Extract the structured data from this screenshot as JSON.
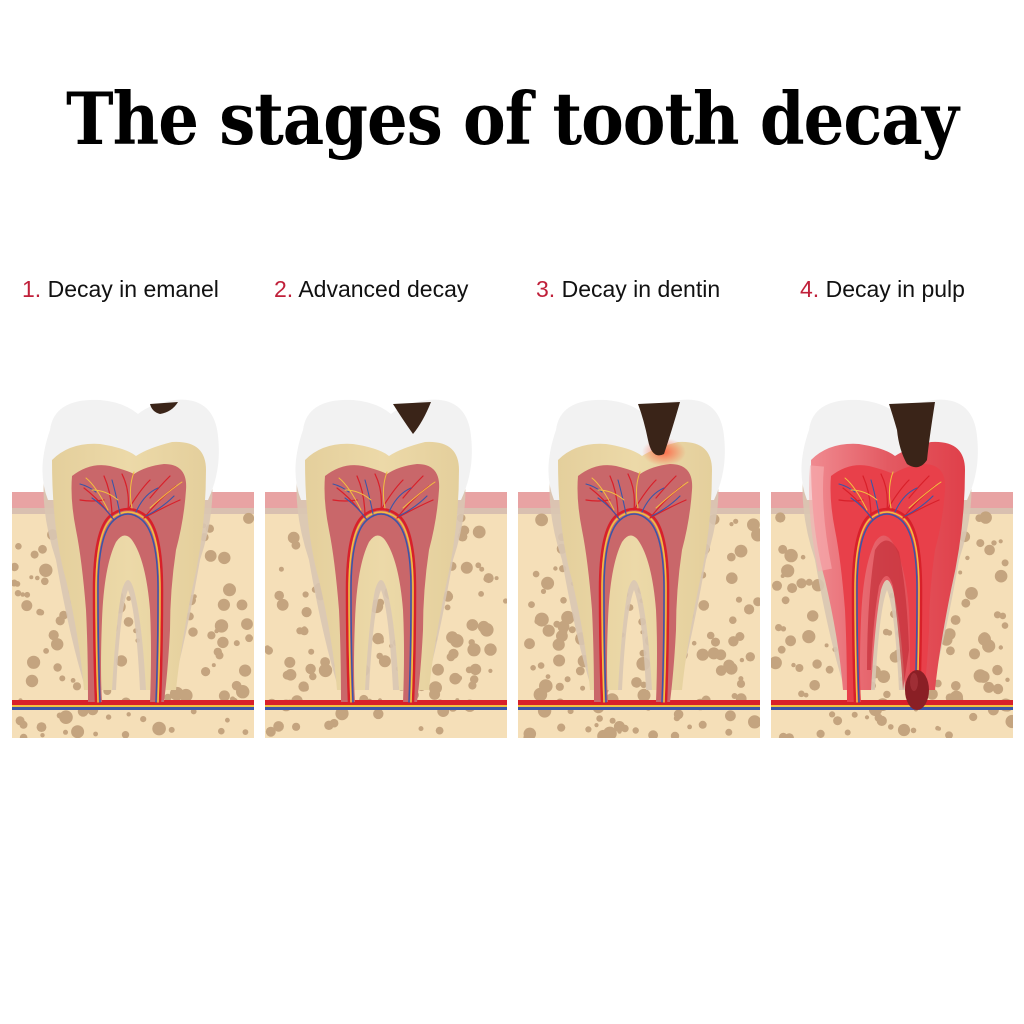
{
  "title": "The stages of tooth decay",
  "stages": [
    {
      "number": "1.",
      "label": "Decay in emanel",
      "cavity": "small",
      "pulp": "normal",
      "inflamed": false,
      "abscess": false
    },
    {
      "number": "2.",
      "label": "Advanced decay",
      "cavity": "medium",
      "pulp": "normal",
      "inflamed": false,
      "abscess": false
    },
    {
      "number": "3.",
      "label": "Decay in dentin",
      "cavity": "large",
      "pulp": "normal",
      "inflamed": true,
      "abscess": false
    },
    {
      "number": "4.",
      "label": "Decay in pulp",
      "cavity": "deep",
      "pulp": "infected",
      "inflamed": true,
      "abscess": true
    }
  ],
  "colors": {
    "number_accent": "#c0203a",
    "enamel": "#f2f2f2",
    "dentin": "#ecd9a8",
    "pulp": "#c9676a",
    "pulp_infected": "#e8404a",
    "gum": "#e8a3a3",
    "gum_lower": "#d9c0b0",
    "bone": "#f5dfb8",
    "bone_dots": "#c4a47f",
    "cavity": "#3a2418",
    "artery": "#d8202a",
    "vein": "#3a56a8",
    "nerve": "#f3c040",
    "abscess": "#8a1f25"
  }
}
